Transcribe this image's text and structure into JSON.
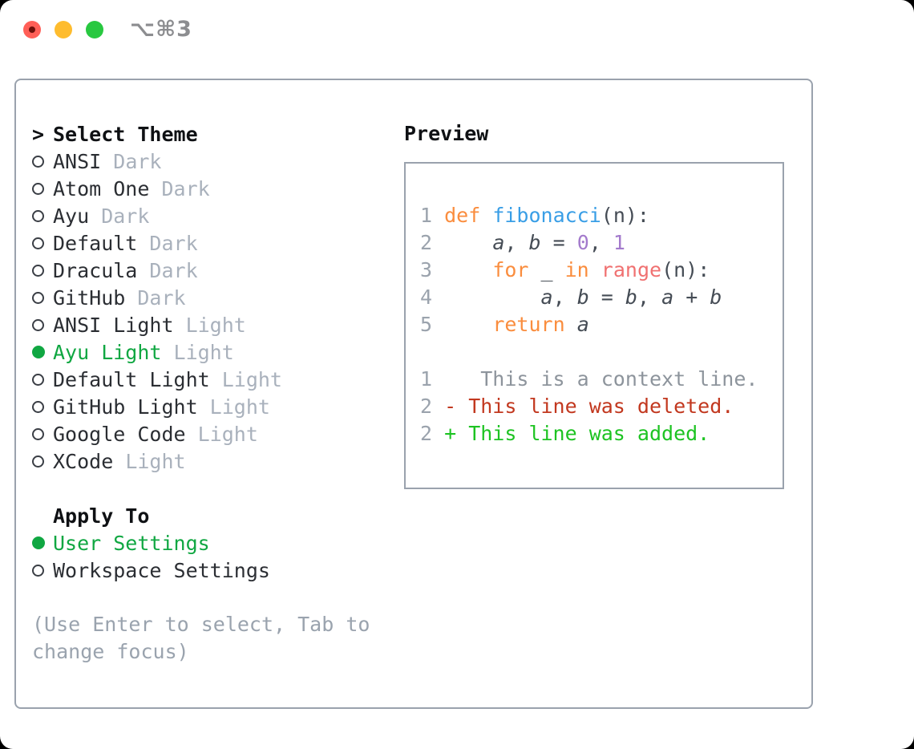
{
  "window": {
    "title": "⌥⌘3",
    "traffic_lights": [
      {
        "name": "close",
        "color": "#ff5f57",
        "has_dot": true
      },
      {
        "name": "minimize",
        "color": "#febc2e",
        "has_dot": false
      },
      {
        "name": "zoom",
        "color": "#28c840",
        "has_dot": false
      }
    ]
  },
  "theme_panel": {
    "prompt": ">",
    "header": "Select Theme",
    "themes": [
      {
        "name": "ANSI",
        "variant": "Dark",
        "selected": false
      },
      {
        "name": "Atom One",
        "variant": "Dark",
        "selected": false
      },
      {
        "name": "Ayu",
        "variant": "Dark",
        "selected": false
      },
      {
        "name": "Default",
        "variant": "Dark",
        "selected": false
      },
      {
        "name": "Dracula",
        "variant": "Dark",
        "selected": false
      },
      {
        "name": "GitHub",
        "variant": "Dark",
        "selected": false
      },
      {
        "name": "ANSI Light",
        "variant": "Light",
        "selected": false
      },
      {
        "name": "Ayu Light",
        "variant": "Light",
        "selected": true
      },
      {
        "name": "Default Light",
        "variant": "Light",
        "selected": false
      },
      {
        "name": "GitHub Light",
        "variant": "Light",
        "selected": false
      },
      {
        "name": "Google Code",
        "variant": "Light",
        "selected": false
      },
      {
        "name": "XCode",
        "variant": "Light",
        "selected": false
      }
    ],
    "apply_to_header": "Apply To",
    "apply_to": [
      {
        "name": "User Settings",
        "selected": true
      },
      {
        "name": "Workspace Settings",
        "selected": false
      }
    ],
    "hint": "(Use Enter to select, Tab to change focus)"
  },
  "preview": {
    "header": "Preview",
    "lines": [
      {
        "num": "1",
        "tokens": [
          {
            "t": "def",
            "c": "keyword"
          },
          {
            "t": " ",
            "c": "plain"
          },
          {
            "t": "fibonacci",
            "c": "function"
          },
          {
            "t": "(n):",
            "c": "plain"
          }
        ]
      },
      {
        "num": "2",
        "tokens": [
          {
            "t": "    ",
            "c": "plain"
          },
          {
            "t": "a",
            "c": "variable"
          },
          {
            "t": ", ",
            "c": "plain"
          },
          {
            "t": "b",
            "c": "variable"
          },
          {
            "t": " = ",
            "c": "plain"
          },
          {
            "t": "0",
            "c": "number"
          },
          {
            "t": ", ",
            "c": "plain"
          },
          {
            "t": "1",
            "c": "number"
          }
        ]
      },
      {
        "num": "3",
        "tokens": [
          {
            "t": "    ",
            "c": "plain"
          },
          {
            "t": "for",
            "c": "keyword"
          },
          {
            "t": " _ ",
            "c": "plain"
          },
          {
            "t": "in",
            "c": "keyword"
          },
          {
            "t": " ",
            "c": "plain"
          },
          {
            "t": "range",
            "c": "builtin"
          },
          {
            "t": "(n):",
            "c": "plain"
          }
        ]
      },
      {
        "num": "4",
        "tokens": [
          {
            "t": "        ",
            "c": "plain"
          },
          {
            "t": "a",
            "c": "variable"
          },
          {
            "t": ", ",
            "c": "plain"
          },
          {
            "t": "b",
            "c": "variable"
          },
          {
            "t": " = ",
            "c": "plain"
          },
          {
            "t": "b",
            "c": "variable"
          },
          {
            "t": ", ",
            "c": "plain"
          },
          {
            "t": "a",
            "c": "variable"
          },
          {
            "t": " + ",
            "c": "plain"
          },
          {
            "t": "b",
            "c": "variable"
          }
        ]
      },
      {
        "num": "5",
        "tokens": [
          {
            "t": "    ",
            "c": "plain"
          },
          {
            "t": "return",
            "c": "keyword"
          },
          {
            "t": " ",
            "c": "plain"
          },
          {
            "t": "a",
            "c": "variable"
          }
        ]
      },
      {
        "num": "",
        "tokens": []
      },
      {
        "num": "1",
        "tokens": [
          {
            "t": "   This is a context line.",
            "c": "context"
          }
        ]
      },
      {
        "num": "2",
        "tokens": [
          {
            "t": "- This line was deleted.",
            "c": "deleted"
          }
        ]
      },
      {
        "num": "2",
        "tokens": [
          {
            "t": "+ This line was added.",
            "c": "added"
          }
        ]
      }
    ]
  },
  "colors": {
    "accent_green": "#10a742",
    "added_green": "#1dc322",
    "deleted_red": "#c2381f",
    "keyword_orange": "#fa8d3e",
    "function_blue": "#399ee6",
    "number_purple": "#a37acc",
    "builtin_coral": "#f07171",
    "panel_border": "#9aa2ad",
    "text_dark": "#2b2e33",
    "text_header": "#0f1114",
    "muted": "#a9b1bc",
    "hint": "#9aa3ae",
    "lineno": "#9ba3ad",
    "context": "#8d949c",
    "code_plain": "#454c55",
    "title_gray": "#8c8d90",
    "light_red": "#ff5f57",
    "light_yellow": "#febc2e",
    "light_green": "#28c840",
    "window_bg": "#ffffff"
  }
}
